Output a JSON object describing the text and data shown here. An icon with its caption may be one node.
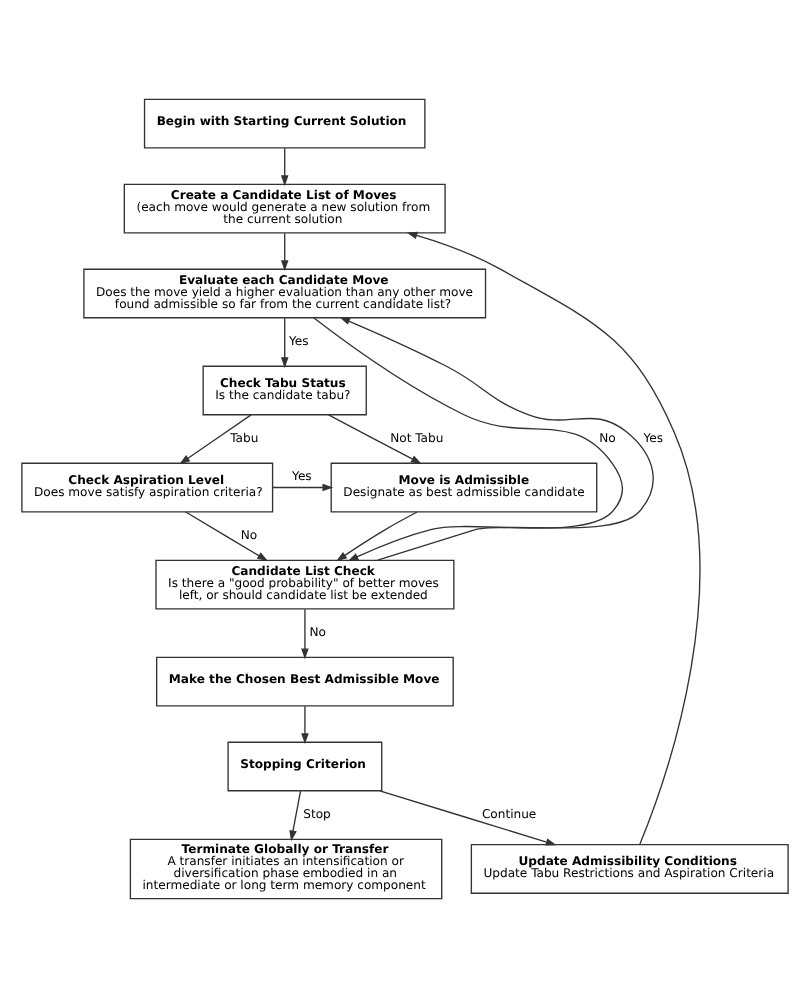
{
  "diagram": {
    "nodes": [
      {
        "text": [
          "Begin with Starting Current Solution"
        ]
      },
      {
        "text": [
          "Create a Candidate List of Moves",
          "(each move would generate a new solution from the current solution"
        ]
      },
      {
        "text": [
          "Evaluate each Candidate Move",
          "Does the move yield a higher evaluation than any other move found admissible so far from the current candidate list?"
        ]
      },
      {
        "text": [
          "Check Tabu Status",
          "Is the candidate tabu?"
        ]
      },
      {
        "text": [
          "Check Aspiration Level",
          "Does move satisfy aspiration criteria?"
        ]
      },
      {
        "text": [
          "Move is Admissible",
          "Designate as best admissible candidate"
        ]
      },
      {
        "text": [
          "Candidate List Check",
          "Is there a \"good probability\" of better moves left, or should candidate list be extended"
        ]
      },
      {
        "text": [
          "Make the Chosen Best Admissible Move"
        ]
      },
      {
        "text": [
          "Stopping Criterion"
        ]
      },
      {
        "text": [
          "Terminate Globally or Transfer",
          "A transfer initiates an intensification or diversification phase embodied in an intermediate or long term memory component"
        ]
      },
      {
        "text": [
          "Update Admissibility Conditions",
          "Update Tabu Restrictions and Aspiration Criteria"
        ]
      }
    ],
    "edges": [
      {
        "from": 0,
        "to": 1,
        "arrow": "to"
      },
      {
        "from": 1,
        "to": 2,
        "arrow": "to"
      },
      {
        "from": 2,
        "to": 3,
        "arrow": "to",
        "label": "Yes"
      },
      {
        "from": 2,
        "to": 6,
        "arrow": "to",
        "label": "No"
      },
      {
        "from": 3,
        "to": 4,
        "arrow": "to",
        "label": "Tabu"
      },
      {
        "from": 3,
        "to": 5,
        "arrow": "to",
        "label": "Not Tabu"
      },
      {
        "from": 4,
        "to": 5,
        "arrow": "to",
        "label": "Yes"
      },
      {
        "from": 4,
        "to": 6,
        "arrow": "to",
        "label": "No"
      },
      {
        "from": 5,
        "to": 6,
        "arrow": "to"
      },
      {
        "from": 6,
        "to": 2,
        "arrow": "to",
        "label": "Yes"
      },
      {
        "from": 6,
        "to": 7,
        "arrow": "to",
        "label": "No"
      },
      {
        "from": 7,
        "to": 8,
        "arrow": "to"
      },
      {
        "from": 8,
        "to": 9,
        "arrow": "to",
        "label": "Stop"
      },
      {
        "from": 8,
        "to": 10,
        "arrow": "to",
        "label": "Continue"
      },
      {
        "from": 10,
        "to": 1,
        "arrow": "to"
      }
    ]
  }
}
